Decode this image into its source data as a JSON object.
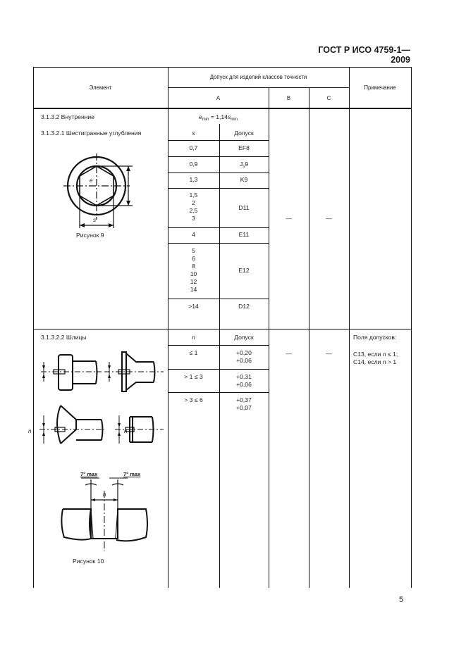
{
  "header": {
    "doc_code": "ГОСТ Р ИСО 4759-1—2009"
  },
  "table": {
    "columns": {
      "element": "Элемент",
      "tolerance_group": "Допуск для изделий классов точности",
      "class_a": "A",
      "class_b": "B",
      "class_c": "C",
      "note": "Примечание"
    },
    "section1": {
      "title": "3.1.3.2 Внутренние",
      "subtitle": "3.1.3.2.1 Шестигранные углубления",
      "formula_e": "e",
      "formula_e_sub": "min",
      "formula_mid": " = 1,14",
      "formula_s": "s",
      "formula_s_sub": "min",
      "sub_header_s": "s",
      "sub_header_tol": "Допуск",
      "rows": [
        {
          "s": "0,7",
          "tol": "EF8"
        },
        {
          "s": "0,9",
          "tol_main": "J",
          "tol_sub": "s",
          "tol_tail": "9"
        },
        {
          "s": "1,3",
          "tol": "K9"
        },
        {
          "s_list": [
            "1,5",
            "2",
            "2,5",
            "3"
          ],
          "tol": "D11"
        },
        {
          "s": "4",
          "tol": "E11"
        },
        {
          "s_list": [
            "5",
            "6",
            "8",
            "10",
            "12",
            "14"
          ],
          "tol": "E12"
        },
        {
          "s": ">14",
          "tol": "D12"
        }
      ],
      "class_b": "—",
      "class_c": "—",
      "figure_caption": "Рисунок 9",
      "figure_labels": {
        "s": "s",
        "e": "e"
      }
    },
    "section2": {
      "title": "3.1.3.2.2 Шлицы",
      "sub_header_n": "n",
      "sub_header_tol": "Допуск",
      "rows": [
        {
          "n": "≤ 1",
          "tol_upper": "+0,20",
          "tol_lower": "+0,06"
        },
        {
          "n": "> 1 ≤ 3",
          "tol_upper": "+0,31",
          "tol_lower": "+0,06"
        },
        {
          "n": "> 3 ≤ 6",
          "tol_upper": "+0,37",
          "tol_lower": "+0,07"
        }
      ],
      "class_b": "—",
      "class_c": "—",
      "note_title": "Поля допусков:",
      "note_line1_pre": "C13, если ",
      "note_line1_var": "n",
      "note_line1_post": " ≤ 1;",
      "note_line2_pre": "C14, если ",
      "note_line2_var": "n",
      "note_line2_post": " > 1",
      "figure_caption": "Рисунок 10",
      "figure_labels": {
        "n": "n",
        "angle_left": "7° max",
        "angle_right": "7° max"
      }
    }
  },
  "footer": {
    "page_number": "5"
  }
}
